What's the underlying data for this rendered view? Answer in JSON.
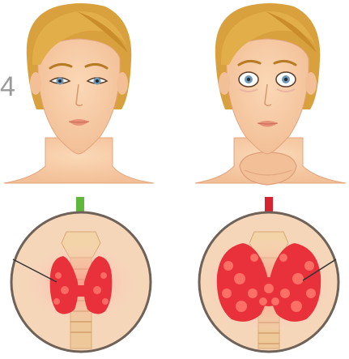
{
  "side_number": "4",
  "panels": [
    {
      "id": "normal",
      "face": {
        "eyes": "normal",
        "neck_swelling": false
      },
      "arrow": {
        "direction": "down",
        "color": "#5fb83a"
      },
      "thyroid": {
        "state": "normal",
        "gland_color": "#e8313a"
      }
    },
    {
      "id": "enlarged",
      "face": {
        "eyes": "bulging",
        "neck_swelling": true
      },
      "arrow": {
        "direction": "down",
        "color": "#d6232f"
      },
      "thyroid": {
        "state": "enlarged-goiter",
        "gland_color": "#e8313a"
      }
    }
  ],
  "colors": {
    "skin": "#f7cda6",
    "skin_shadow": "#e9ad87",
    "hair": "#d9a13d",
    "hair_dark": "#b67b24",
    "iris": "#6f98b7",
    "lips": "#e69078",
    "circle_bg": "#f5d6b8",
    "trachea": "#efc89a",
    "gland_glow": "#f8b5a6"
  }
}
